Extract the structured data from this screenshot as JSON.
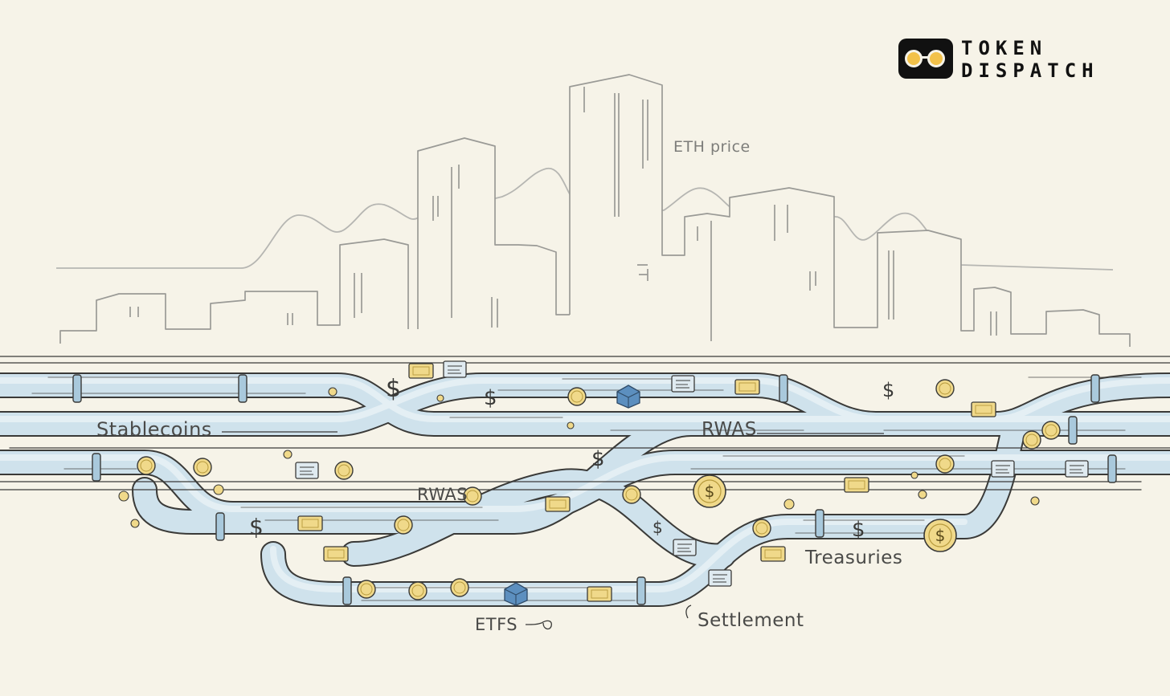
{
  "labels": {
    "eth_price": "ETH price",
    "stablecoins": "Stablecoins",
    "rwas_upper": "RWAS",
    "rwas_lower": "RWAS",
    "treasuries": "Treasuries",
    "etfs": "ETFS",
    "settlement": "Settlement"
  },
  "logo": {
    "line1": "TOKEN",
    "line2": "DISPATCH"
  },
  "glyphs": {
    "dollar": "$"
  },
  "colors": {
    "background": "#f6f3e8",
    "ink": "#3a3a38",
    "pipe_fill": "#cfe2ec",
    "pipe_highlight": "#e4eff4",
    "coin": "#f0d98a",
    "coin_edge": "#b79a3c",
    "building_line": "#9a9a96"
  }
}
